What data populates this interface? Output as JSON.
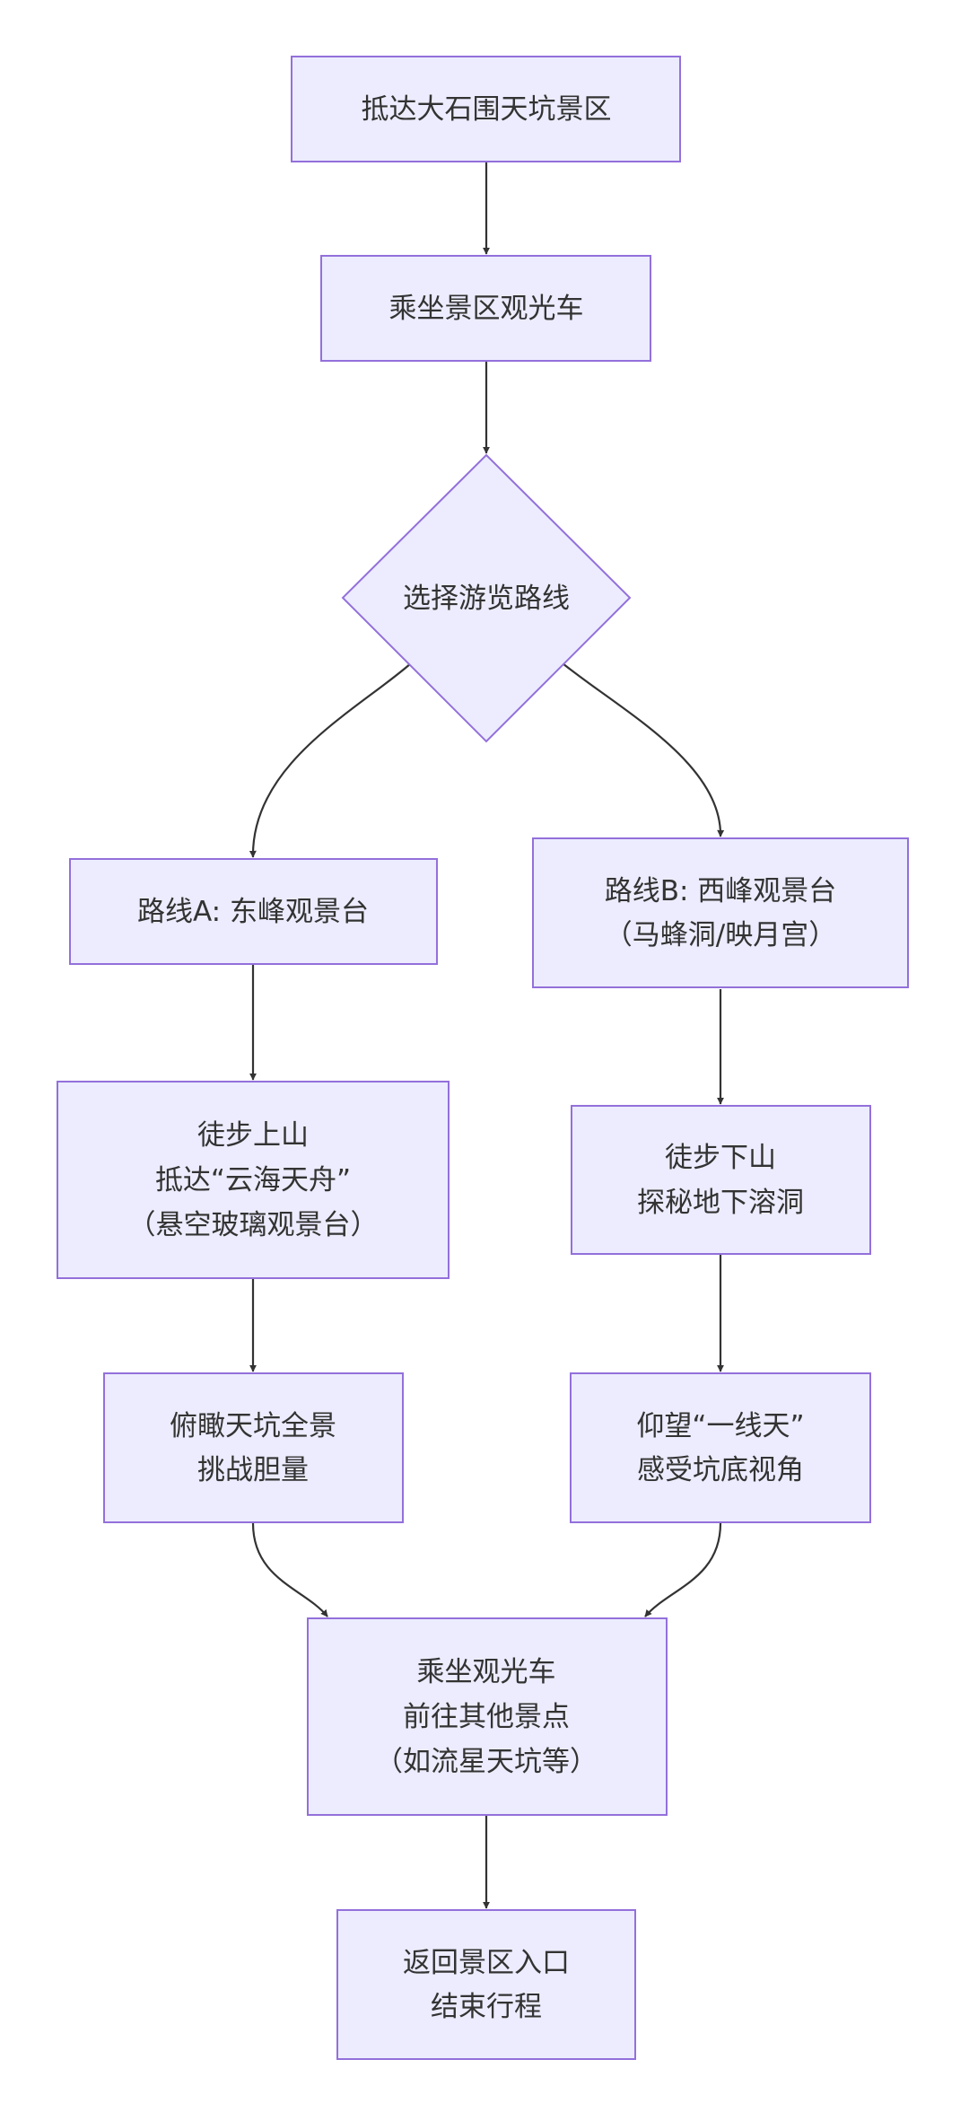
{
  "colors": {
    "node_fill": "#ececfe",
    "node_stroke": "#9370db",
    "edge": "#333333",
    "text": "#333333",
    "background": "#ffffff"
  },
  "nodes": {
    "arrive": {
      "lines": [
        "抵达大石围天坑景区"
      ]
    },
    "shuttle_in": {
      "lines": [
        "乘坐景区观光车"
      ]
    },
    "choose_route": {
      "lines": [
        "选择游览路线"
      ]
    },
    "route_a": {
      "lines": [
        "路线A: 东峰观景台"
      ]
    },
    "route_b": {
      "lines": [
        "路线B: 西峰观景台",
        "（马蜂洞/映月宫）"
      ]
    },
    "hike_up": {
      "lines": [
        "徒步上山",
        "抵达“云海天舟”",
        "（悬空玻璃观景台）"
      ]
    },
    "hike_down": {
      "lines": [
        "徒步下山",
        "探秘地下溶洞"
      ]
    },
    "overlook": {
      "lines": [
        "俯瞰天坑全景",
        "挑战胆量"
      ]
    },
    "look_up": {
      "lines": [
        "仰望“一线天”",
        "感受坑底视角"
      ]
    },
    "shuttle_next": {
      "lines": [
        "乘坐观光车",
        "前往其他景点",
        "（如流星天坑等）"
      ]
    },
    "return": {
      "lines": [
        "返回景区入口",
        "结束行程"
      ]
    }
  }
}
